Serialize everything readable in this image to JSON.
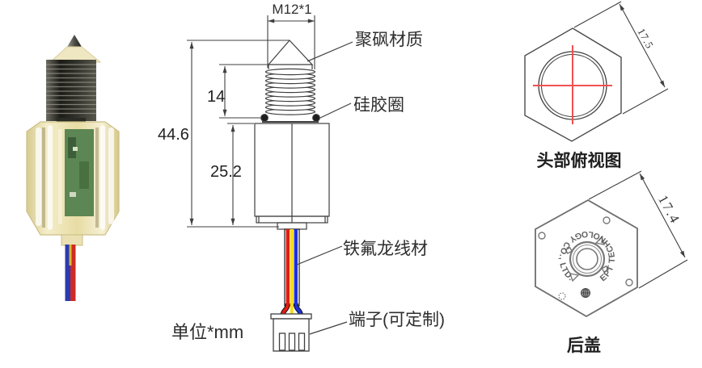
{
  "diagram": {
    "thread_spec": "M12*1",
    "unit_note": "单位*mm",
    "dimensions": {
      "total_height": "44.6",
      "thread_length": "14",
      "body_length": "25.2"
    },
    "labels": {
      "material": "聚砜材质",
      "silicone_ring": "硅胶圈",
      "wire": "铁氟龙线材",
      "terminal": "端子(可定制)"
    }
  },
  "views": {
    "head_top": {
      "caption": "头部俯视图",
      "dimension": "17.5"
    },
    "back_cover": {
      "caption": "后盖",
      "dimension": "17.4",
      "ring_text": "EPT TECHNOLOGY CO., LTD."
    }
  },
  "photo": {
    "description": "photoelectric liquid level sensor with translucent body and wires"
  },
  "colors": {
    "line": "#3f3f3f",
    "crosshair_red": "#f25050",
    "wire_red": "#e01c15",
    "wire_yellow": "#f7dc1c",
    "wire_blue": "#1c2fd8",
    "body_plastic": "#e9dfab",
    "pcb_green": "#5c8653"
  }
}
